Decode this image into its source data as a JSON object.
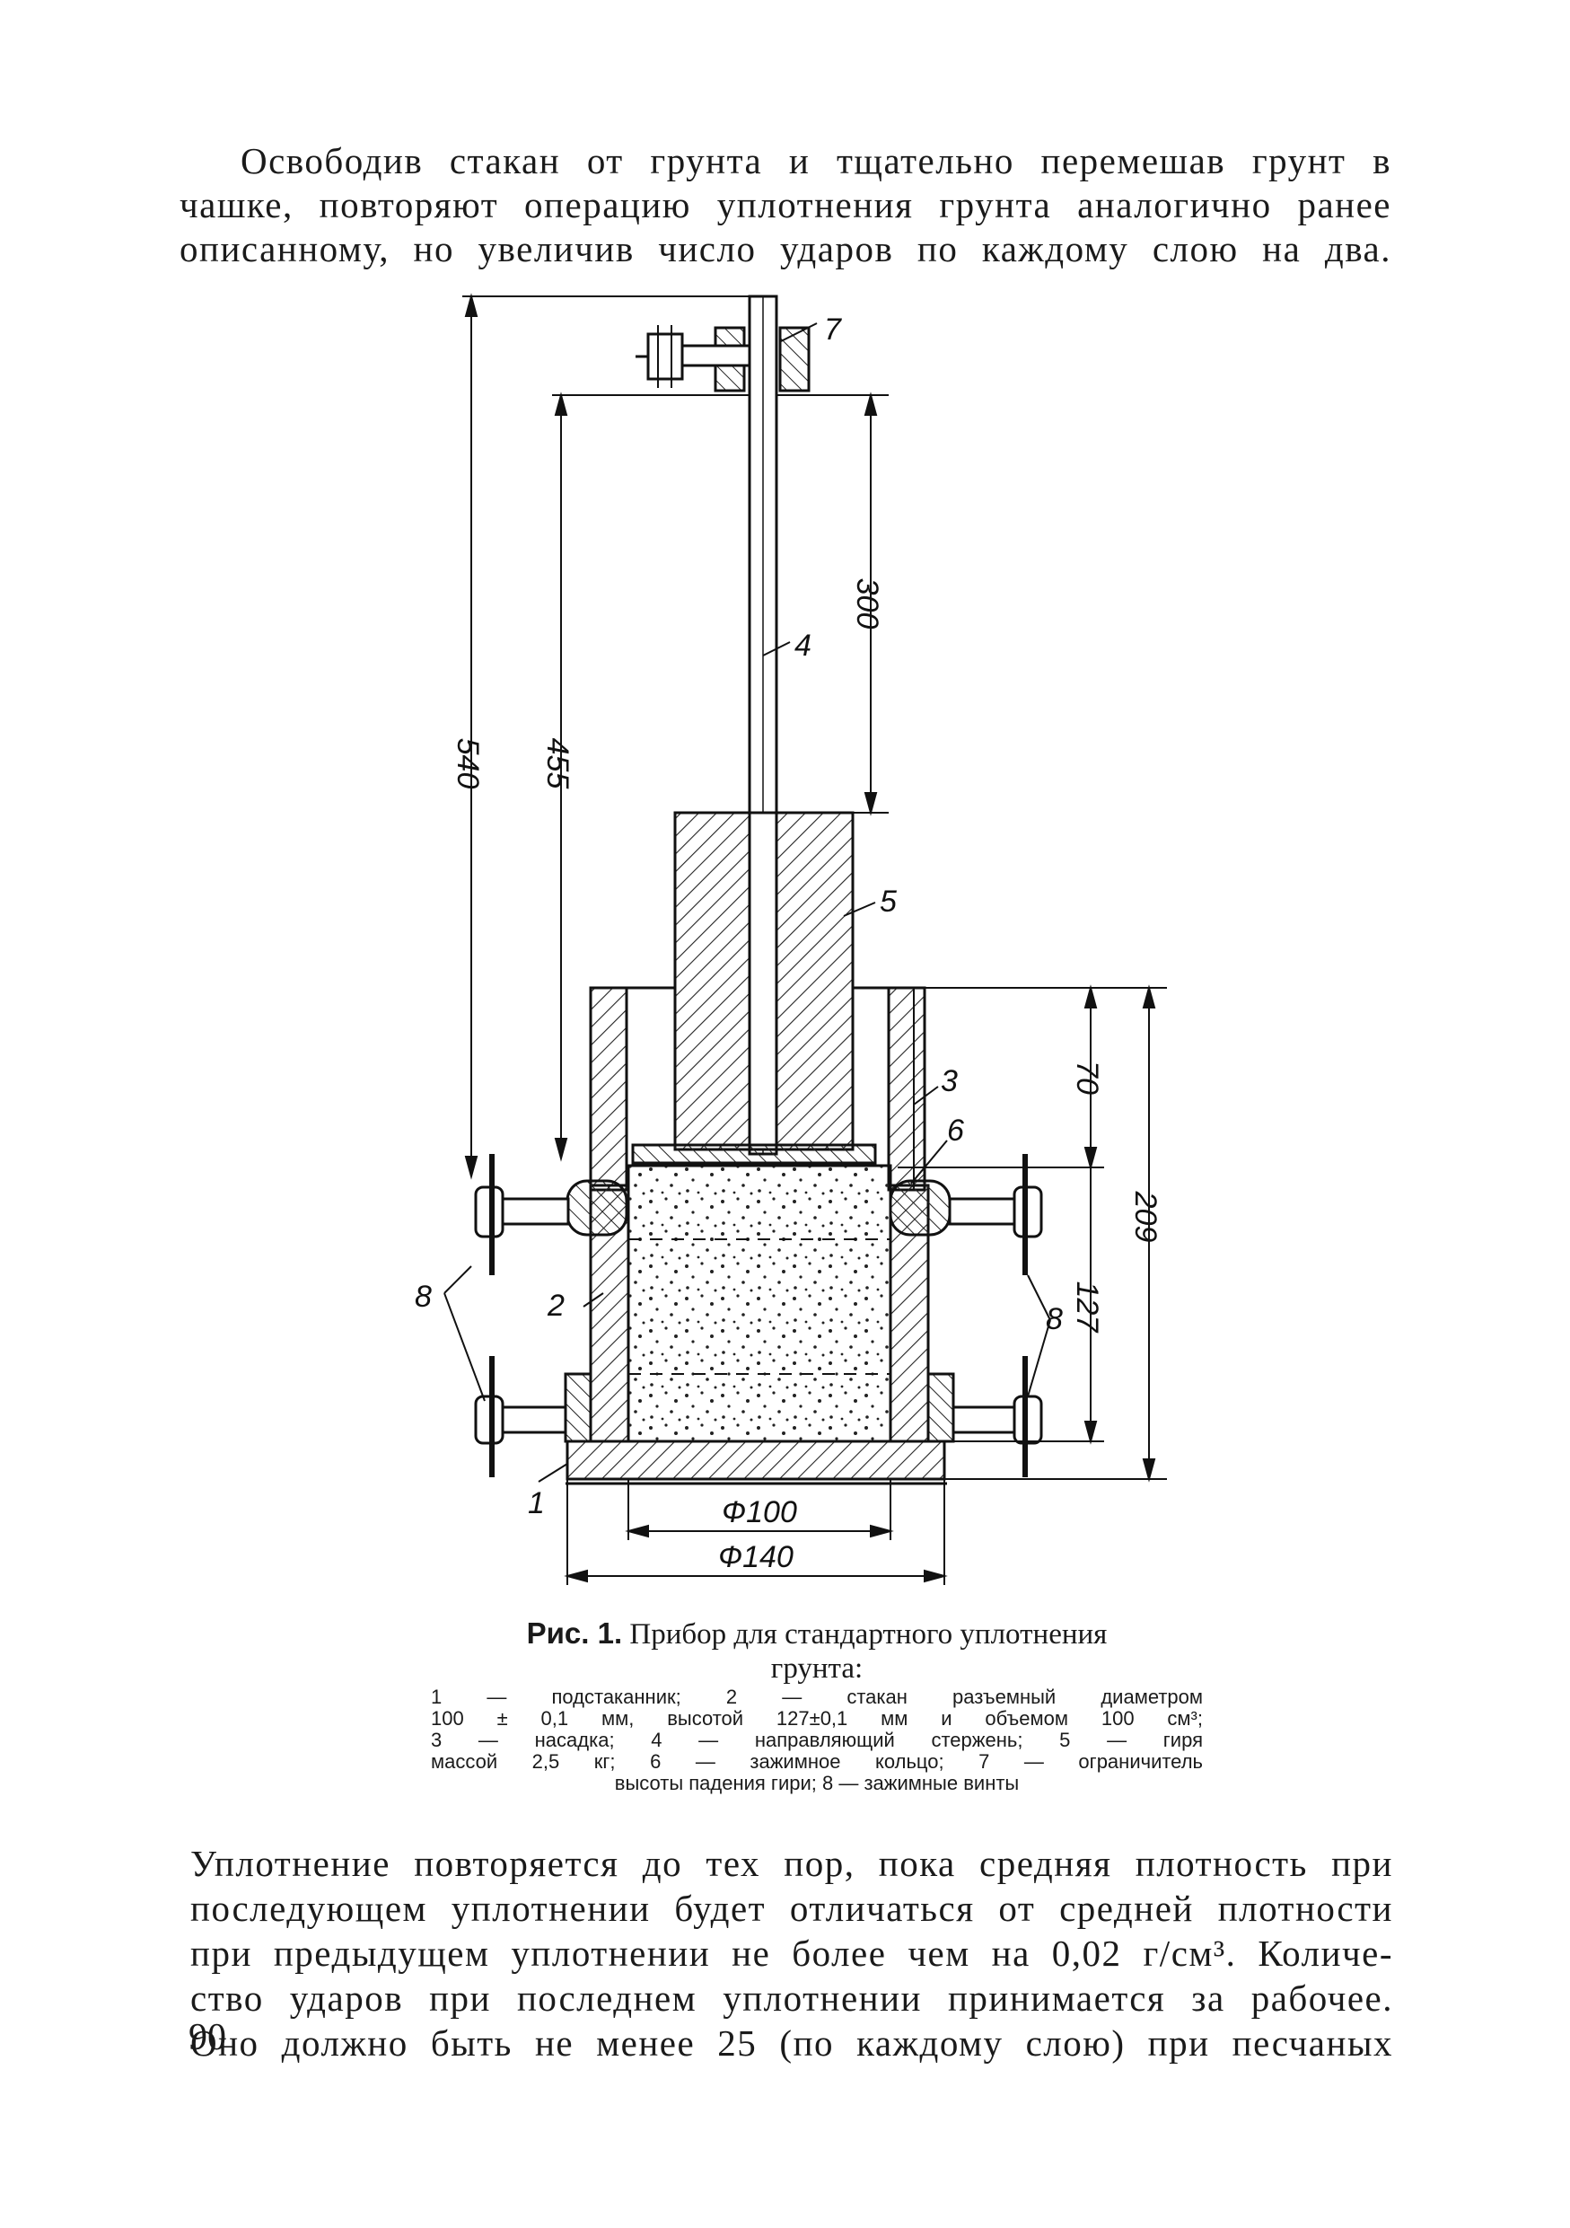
{
  "intro_lines": [
    "Освободив стакан от грунта и тщательно перемешав грунт в",
    "чашке, повторяют операцию уплотнения грунта аналогично ранее",
    "описанному, но увеличив число ударов по каждому слою на два."
  ],
  "figure": {
    "dims": {
      "d540": "540",
      "d455": "455",
      "d300": "300",
      "d70": "70",
      "d209": "209",
      "d127": "127",
      "phi100": "Ф100",
      "phi140": "Ф140"
    },
    "labels": {
      "n1": "1",
      "n2": "2",
      "n3": "3",
      "n4": "4",
      "n5": "5",
      "n6": "6",
      "n7": "7",
      "n8_left": "8",
      "n8_right": "8"
    },
    "caption_label": "Рис. 1.",
    "caption_title_line1": "Прибор для стандартного уплотнения",
    "caption_title_line2": "грунта:",
    "legend_lines": [
      "1 — подстаканник; 2 — стакан разъемный диаметром",
      "100 ± 0,1 мм, высотой 127±0,1 мм и объемом 100 см³;",
      "3 — насадка; 4 — направляющий стержень; 5 — гиря",
      "массой 2,5 кг; 6 — зажимное кольцо; 7 — ограничитель",
      "высоты падения гири; 8 — зажимные винты"
    ]
  },
  "bottom_lines": [
    "Уплотнение повторяется до тех пор, пока средняя плотность при",
    "последующем уплотнении будет отличаться от средней плотности",
    "при предыдущем уплотнении не более чем на 0,02 г/см³. Количе-",
    "ство ударов при последнем уплотнении принимается за рабочее.",
    "Оно должно быть не менее 25 (по каждому слою) при песчаных"
  ],
  "page_number": "90"
}
